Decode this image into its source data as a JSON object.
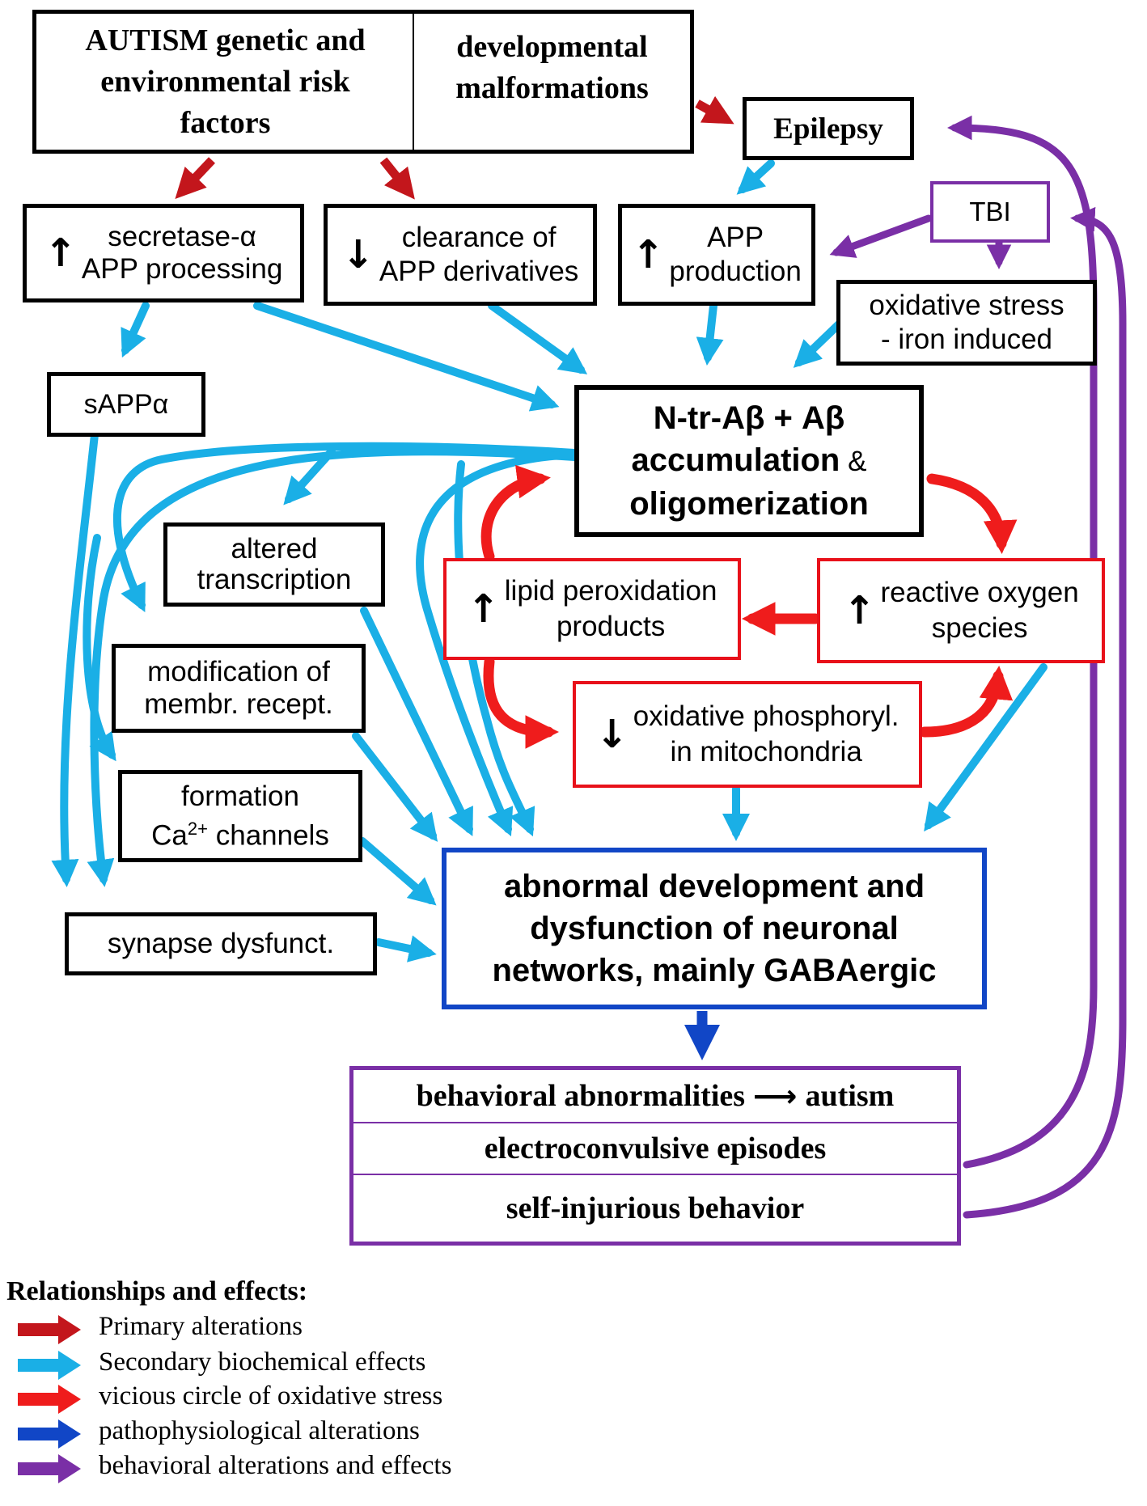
{
  "colors": {
    "primary": "#c3161c",
    "secondary": "#1aafe6",
    "vicious": "#ef1c1c",
    "patho": "#1146c6",
    "behavioral": "#7a2fa6"
  },
  "nodes": {
    "autism_risk": [
      "AUTISM genetic and",
      "environmental risk",
      "factors"
    ],
    "dev_malf": [
      "developmental",
      "malformations"
    ],
    "epilepsy": "Epilepsy",
    "secretase": {
      "arrow": "↑",
      "lines": [
        "secretase-α",
        "APP processing"
      ]
    },
    "clearance": {
      "arrow": "↓",
      "lines": [
        "clearance of",
        "APP derivatives"
      ]
    },
    "app_prod": {
      "arrow": "↑",
      "lines": [
        "APP",
        "production"
      ]
    },
    "tbi": "TBI",
    "oxstress": [
      "oxidative stress",
      "- iron induced"
    ],
    "sappa": "sAPPα",
    "ntr": {
      "part1": "N-tr-Aβ  +  Aβ",
      "part2": "accumulation",
      "amp": " &",
      "part3": "oligomerization"
    },
    "altered": [
      "altered",
      "transcription"
    ],
    "lipid": {
      "arrow": "↑",
      "lines": [
        "lipid peroxidation",
        "products"
      ]
    },
    "ros": {
      "arrow": "↑",
      "lines": [
        "reactive oxygen",
        "species"
      ]
    },
    "modification": [
      "modification of",
      "membr. recept."
    ],
    "oxphos": {
      "arrow": "↓",
      "lines": [
        "oxidative phosphoryl.",
        "in mitochondria"
      ]
    },
    "formation": {
      "line1": "formation",
      "ca": "Ca",
      "sup": "2+",
      "rest": " channels"
    },
    "synapse": "synapse dysfunct.",
    "abnormal": [
      "abnormal development and",
      "dysfunction of neuronal",
      "networks, mainly GABAergic"
    ],
    "behavior": {
      "row1_a": "behavioral abnormalities",
      "row1_arrow": "⟶",
      "row1_b": "autism",
      "row2": "electroconvulsive episodes",
      "row3": "self-injurious behavior"
    }
  },
  "legend": {
    "title": "Relationships and effects:",
    "items": [
      {
        "label": "Primary alterations",
        "color": "#c3161c"
      },
      {
        "label": "Secondary biochemical effects",
        "color": "#1aafe6"
      },
      {
        "label": "vicious circle of oxidative stress",
        "color": "#ef1c1c"
      },
      {
        "label": "pathophysiological alterations",
        "color": "#1146c6"
      },
      {
        "label": "behavioral alterations and effects",
        "color": "#7a2fa6"
      }
    ]
  }
}
